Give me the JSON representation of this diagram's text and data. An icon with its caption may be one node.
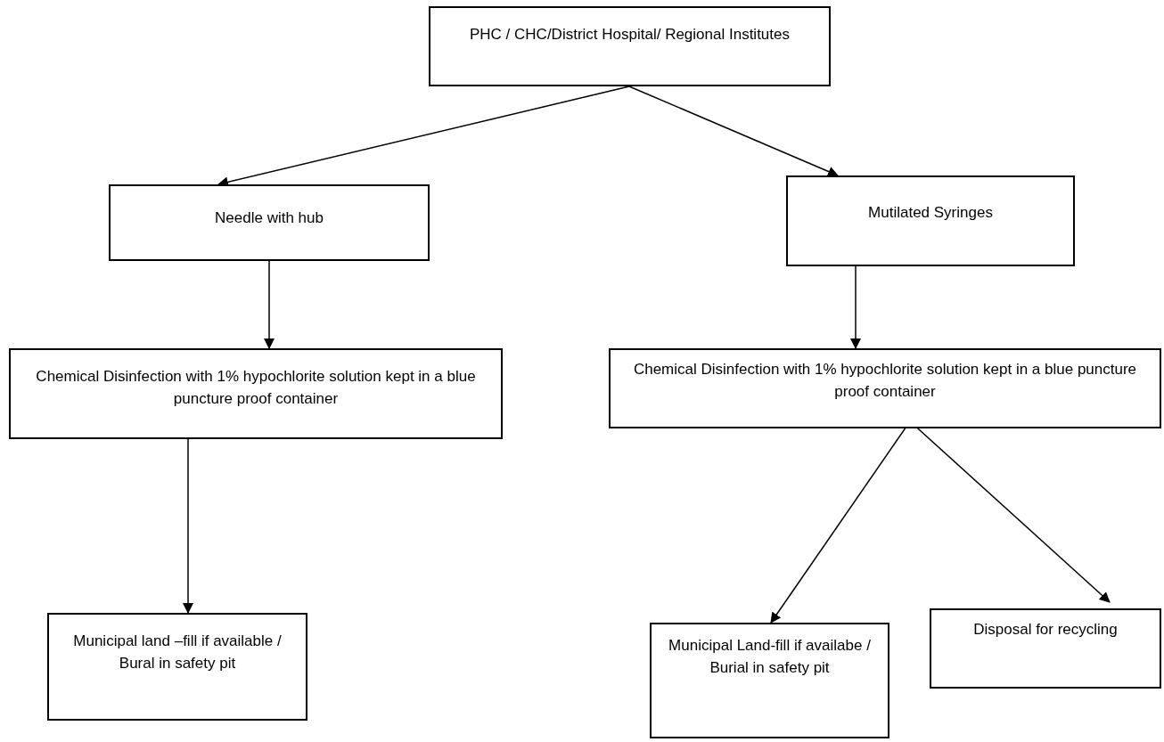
{
  "diagram": {
    "nodes": [
      {
        "text": [
          "PHC / CHC/District Hospital/ Regional Institutes"
        ]
      },
      {
        "text": [
          "Needle with hub"
        ]
      },
      {
        "text": [
          "Mutilated Syringes"
        ]
      },
      {
        "text": [
          "Chemical Disinfection with 1% hypochlorite solution kept in a blue puncture proof container"
        ]
      },
      {
        "text": [
          "Chemical Disinfection with 1% hypochlorite solution kept in a blue puncture proof container"
        ]
      },
      {
        "text": [
          "Municipal land –fill if available / Bural in safety pit"
        ]
      },
      {
        "text": [
          "Municipal Land-fill if availabe / Burial in safety pit"
        ]
      },
      {
        "text": [
          "Disposal for recycling"
        ]
      }
    ],
    "edges": [
      {
        "from": 0,
        "to": 1,
        "arrow": "to"
      },
      {
        "from": 0,
        "to": 2,
        "arrow": "to"
      },
      {
        "from": 1,
        "to": 3,
        "arrow": "to"
      },
      {
        "from": 2,
        "to": 4,
        "arrow": "to"
      },
      {
        "from": 3,
        "to": 5,
        "arrow": "to"
      },
      {
        "from": 4,
        "to": 6,
        "arrow": "to"
      },
      {
        "from": 4,
        "to": 7,
        "arrow": "to"
      }
    ]
  }
}
